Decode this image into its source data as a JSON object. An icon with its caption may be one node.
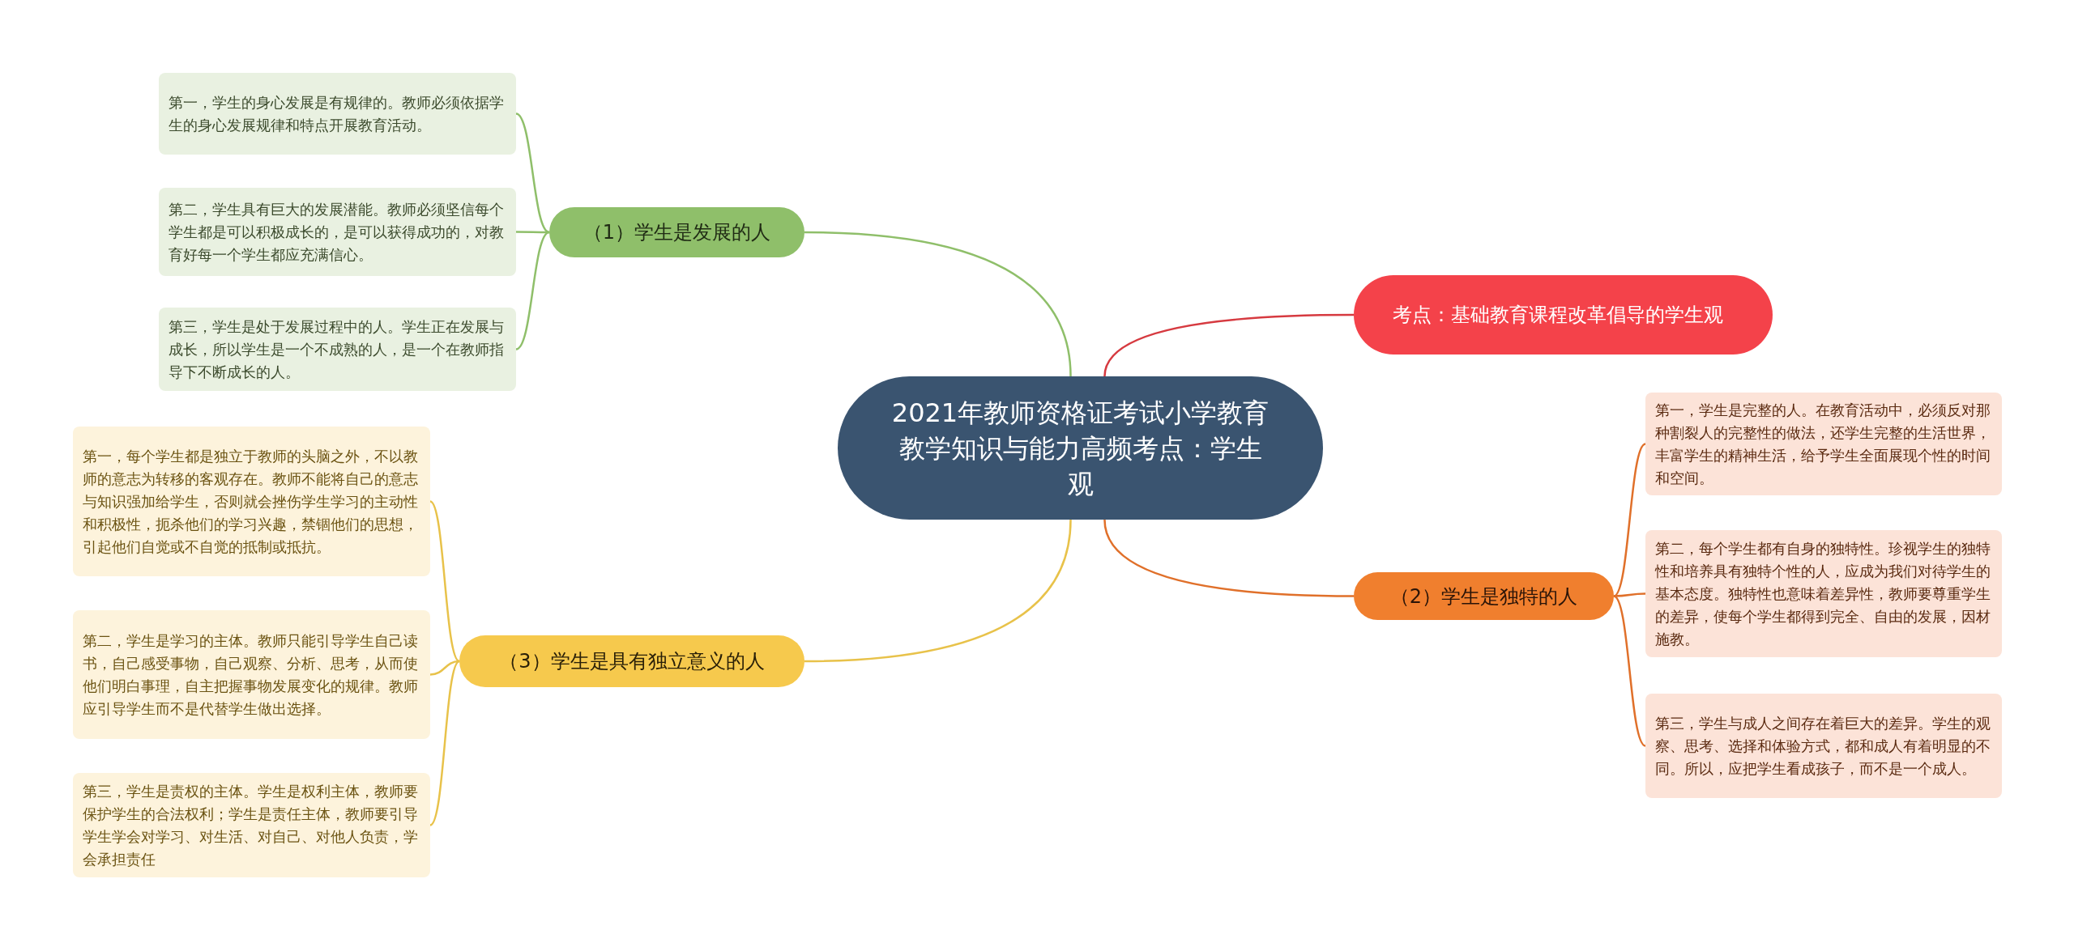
{
  "diagram": {
    "nodes": [
      {
        "text": [
          "2021年教师资格证考试小学教育教学知识与能力高频考点：学生观"
        ]
      },
      {
        "text": [
          "（1）学生是发展的人"
        ]
      },
      {
        "text": [
          "第一，学生的身心发展是有规律的。教师必须依据学生的身心发展规律和特点开展教育活动。"
        ]
      },
      {
        "text": [
          "第二，学生具有巨大的发展潜能。教师必须坚信每个学生都是可以积极成长的，是可以获得成功的，对教育好每一个学生都应充满信心。"
        ]
      },
      {
        "text": [
          "第三，学生是处于发展过程中的人。学生正在发展与成长，所以学生是一个不成熟的人，是一个在教师指导下不断成长的人。"
        ]
      },
      {
        "text": [
          "考点：基础教育课程改革倡导的学生观"
        ]
      },
      {
        "text": [
          "（2）学生是独特的人"
        ]
      },
      {
        "text": [
          "第一，学生是完整的人。在教育活动中，必须反对那种割裂人的完整性的做法，还学生完整的生活世界，丰富学生的精神生活，给予学生全面展现个性的时间和空间。"
        ]
      },
      {
        "text": [
          "第二，每个学生都有自身的独特性。珍视学生的独特性和培养具有独特个性的人，应成为我们对待学生的基本态度。独特性也意味着差异性，教师要尊重学生的差异，使每个学生都得到完全、自由的发展，因材施教。"
        ]
      },
      {
        "text": [
          "第三，学生与成人之间存在着巨大的差异。学生的观察、思考、选择和体验方式，都和成人有着明显的不同。所以，应把学生看成孩子，而不是一个成人。"
        ]
      },
      {
        "text": [
          "（3）学生是具有独立意义的人"
        ]
      },
      {
        "text": [
          "第一，每个学生都是独立于教师的头脑之外，不以教师的意志为转移的客观存在。教师不能将自己的意志与知识强加给学生，否则就会挫伤学生学习的主动性和积极性，扼杀他们的学习兴趣，禁锢他们的思想，引起他们自觉或不自觉的抵制或抵抗。"
        ]
      },
      {
        "text": [
          "第二，学生是学习的主体。教师只能引导学生自己读书，自己感受事物，自己观察、分析、思考，从而使他们明白事理，自主把握事物发展变化的规律。教师应引导学生而不是代替学生做出选择。"
        ]
      },
      {
        "text": [
          "第三，学生是责权的主体。学生是权利主体，教师要保护学生的合法权利；学生是责任主体，教师要引导学生学会对学习、对生活、对自己、对他人负责，学会承担责任"
        ]
      }
    ],
    "edges": [
      {
        "from": 0,
        "to": 1,
        "arrow": "none",
        "color": "#8fbf6a"
      },
      {
        "from": 1,
        "to": 2,
        "arrow": "none",
        "color": "#8fbf6a"
      },
      {
        "from": 1,
        "to": 3,
        "arrow": "none",
        "color": "#8fbf6a"
      },
      {
        "from": 1,
        "to": 4,
        "arrow": "none",
        "color": "#8fbf6a"
      },
      {
        "from": 0,
        "to": 5,
        "arrow": "none",
        "color": "#d63a40"
      },
      {
        "from": 0,
        "to": 6,
        "arrow": "none",
        "color": "#e0702a"
      },
      {
        "from": 6,
        "to": 7,
        "arrow": "none",
        "color": "#e0702a"
      },
      {
        "from": 6,
        "to": 8,
        "arrow": "none",
        "color": "#e0702a"
      },
      {
        "from": 6,
        "to": 9,
        "arrow": "none",
        "color": "#e0702a"
      },
      {
        "from": 0,
        "to": 10,
        "arrow": "none",
        "color": "#e8c24a"
      },
      {
        "from": 10,
        "to": 11,
        "arrow": "none",
        "color": "#e8c24a"
      },
      {
        "from": 10,
        "to": 12,
        "arrow": "none",
        "color": "#e8c24a"
      },
      {
        "from": 10,
        "to": 13,
        "arrow": "none",
        "color": "#e8c24a"
      }
    ]
  }
}
